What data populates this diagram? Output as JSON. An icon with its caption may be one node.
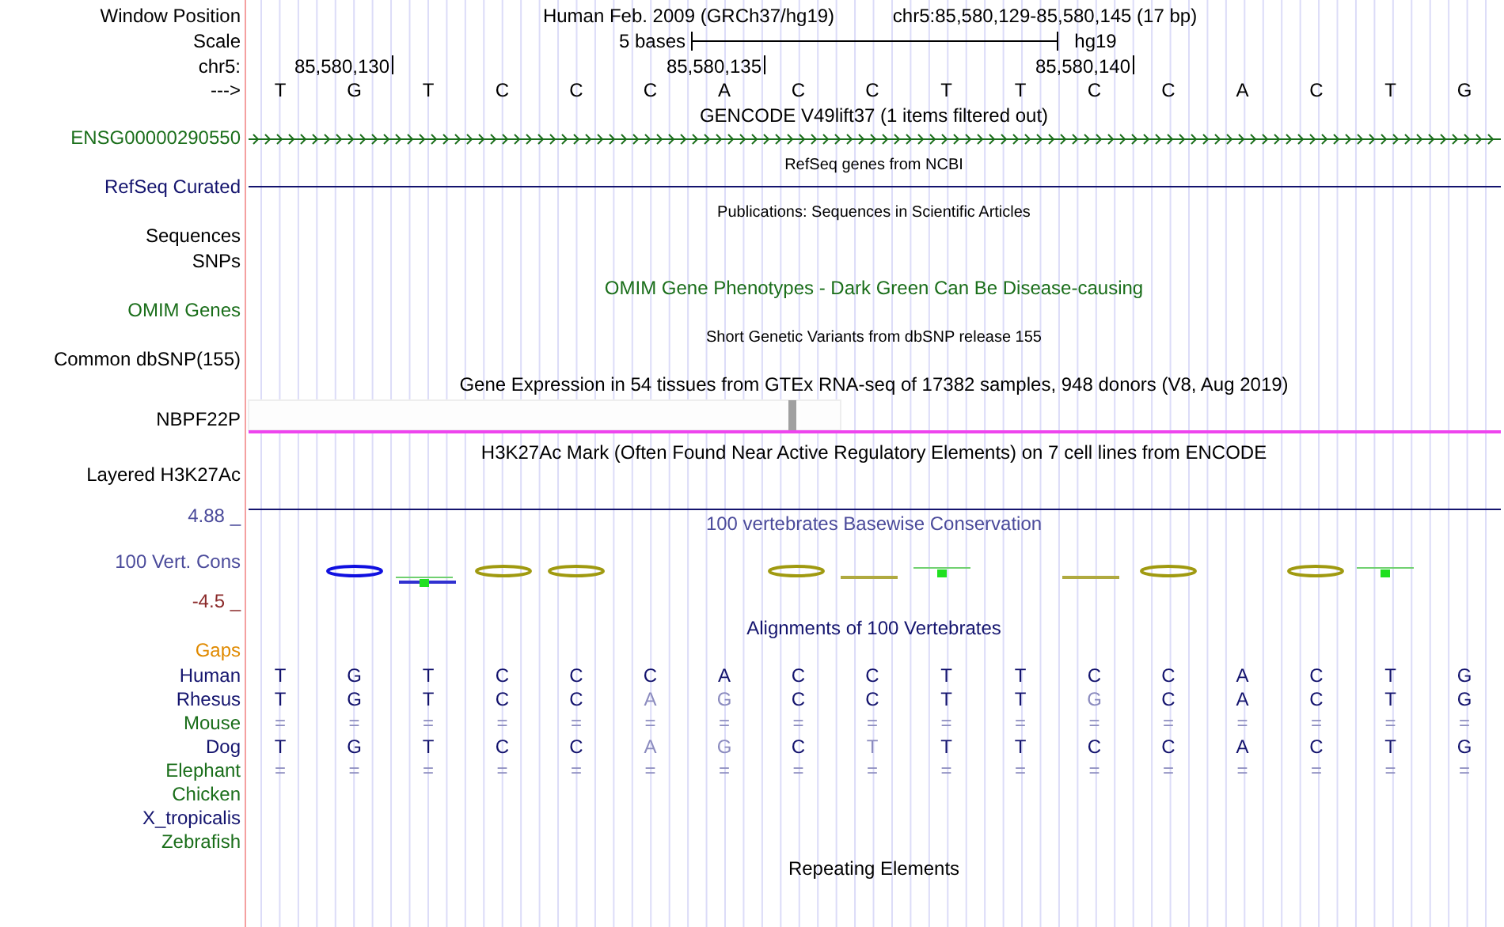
{
  "diagram": {
    "labels": [
      "Window Position",
      "Human Feb. 2009 (GRCh37/hg19)",
      "chr5:85,580,129-85,580,145 (17 bp)",
      "Scale",
      "5 bases",
      "hg19",
      "chr5:",
      "85,580,130",
      "85,580,135",
      "85,580,140",
      "--->",
      "T",
      "G",
      "T",
      "C",
      "C",
      "C",
      "A",
      "C",
      "C",
      "T",
      "T",
      "C",
      "C",
      "A",
      "C",
      "T",
      "G",
      "GENCODE V49lift37 (1 items filtered out)",
      "ENSG00000290550",
      "RefSeq genes from NCBI",
      "RefSeq Curated",
      "Publications: Sequences in Scientific Articles",
      "Sequences",
      "SNPs",
      "OMIM Gene Phenotypes - Dark Green Can Be Disease-causing",
      "OMIM Genes",
      "Short Genetic Variants from dbSNP release 155",
      "Common dbSNP(155)",
      "Gene Expression in 54 tissues from GTEx RNA-seq of 17382 samples, 948 donors (V8, Aug 2019)",
      "NBPF22P",
      "H3K27Ac Mark (Often Found Near Active Regulatory Elements) on 7 cell lines from ENCODE",
      "Layered H3K27Ac",
      "4.88 _",
      "100 vertebrates Basewise Conservation",
      "100 Vert. Cons",
      "-4.5 _",
      "Alignments of 100 Vertebrates",
      "Gaps",
      "Human",
      "T",
      "G",
      "T",
      "C",
      "C",
      "C",
      "A",
      "C",
      "C",
      "T",
      "T",
      "C",
      "C",
      "A",
      "C",
      "T",
      "G",
      "Rhesus",
      "T",
      "G",
      "T",
      "C",
      "C",
      "A",
      "G",
      "C",
      "C",
      "T",
      "T",
      "G",
      "C",
      "A",
      "C",
      "T",
      "G",
      "Mouse",
      "=",
      "=",
      "=",
      "=",
      "=",
      "=",
      "=",
      "=",
      "=",
      "=",
      "=",
      "=",
      "=",
      "=",
      "=",
      "=",
      "=",
      "Dog",
      "T",
      "G",
      "T",
      "C",
      "C",
      "A",
      "G",
      "C",
      "T",
      "T",
      "T",
      "C",
      "C",
      "A",
      "C",
      "T",
      "G",
      "Elephant",
      "=",
      "=",
      "=",
      "=",
      "=",
      "=",
      "=",
      "=",
      "=",
      "=",
      "=",
      "=",
      "=",
      "=",
      "=",
      "=",
      "=",
      "Chicken",
      "X_tropicalis",
      "Zebrafish",
      "Repeating Elements"
    ]
  }
}
